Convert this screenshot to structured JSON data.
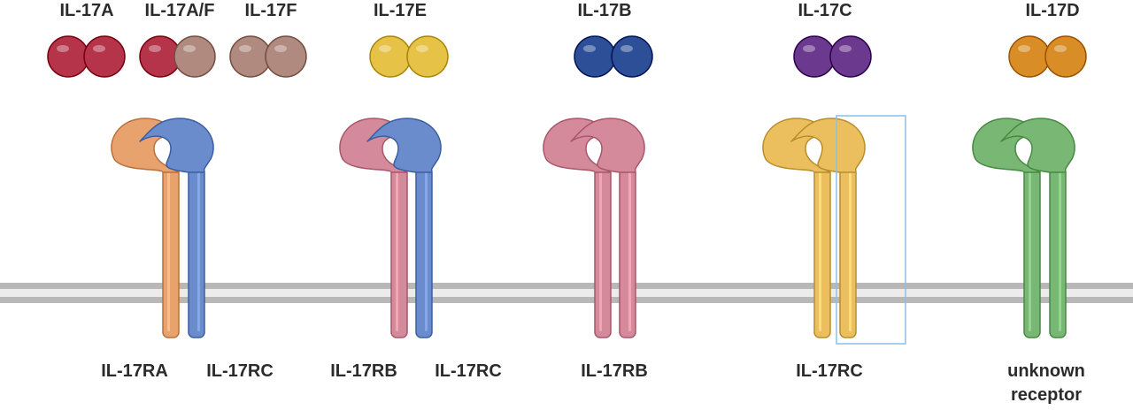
{
  "cytokines": [
    {
      "label": "IL-17A",
      "left_color": "#b5344a",
      "right_color": "#b5344a"
    },
    {
      "label": "IL-17A/F",
      "left_color": "#b5344a",
      "right_color": "#b08a7e"
    },
    {
      "label": "IL-17F",
      "left_color": "#b08a7e",
      "right_color": "#b08a7e"
    },
    {
      "label": "IL-17E",
      "left_color": "#e6c247",
      "right_color": "#e6c247"
    },
    {
      "label": "IL-17B",
      "left_color": "#2d4f97",
      "right_color": "#2d4f97"
    },
    {
      "label": "IL-17C",
      "left_color": "#6b3a8e",
      "right_color": "#6b3a8e"
    },
    {
      "label": "IL-17D",
      "left_color": "#d98d26",
      "right_color": "#d98d26"
    }
  ],
  "receptors": [
    {
      "label": "IL-17RA",
      "color": "#e8a26e",
      "dark": "#b8703e",
      "facing": "left"
    },
    {
      "label": "IL-17RC",
      "color": "#6a8ccd",
      "dark": "#3a5ea0",
      "facing": "right"
    },
    {
      "label": "IL-17RB",
      "color": "#d48a9a",
      "dark": "#a8566a",
      "facing": "left"
    },
    {
      "label": "IL-17RC",
      "color": "#6a8ccd",
      "dark": "#3a5ea0",
      "facing": "right"
    },
    {
      "label": "IL-17RB",
      "color": "#d48a9a",
      "dark": "#a8566a",
      "facing": "left"
    },
    {
      "label": "",
      "color": "#d48a9a",
      "dark": "#a8566a",
      "facing": "right"
    },
    {
      "label": "IL-17RC",
      "color": "#ebbf5e",
      "dark": "#b98d2c",
      "facing": "left"
    },
    {
      "label": "",
      "color": "#ebbf5e",
      "dark": "#b98d2c",
      "facing": "right"
    },
    {
      "label": "unknown receptor",
      "color": "#79b774",
      "dark": "#468a42",
      "facing": "left"
    },
    {
      "label": "",
      "color": "#79b774",
      "dark": "#468a42",
      "facing": "right"
    }
  ],
  "receptor_labels": [
    "IL-17RA",
    "IL-17RC",
    "IL-17RB",
    "IL-17RC",
    "IL-17RB",
    "IL-17RC",
    "unknown",
    "receptor"
  ],
  "membrane_color": "#b8b8b8",
  "highlight_color": "#8bc1e6"
}
